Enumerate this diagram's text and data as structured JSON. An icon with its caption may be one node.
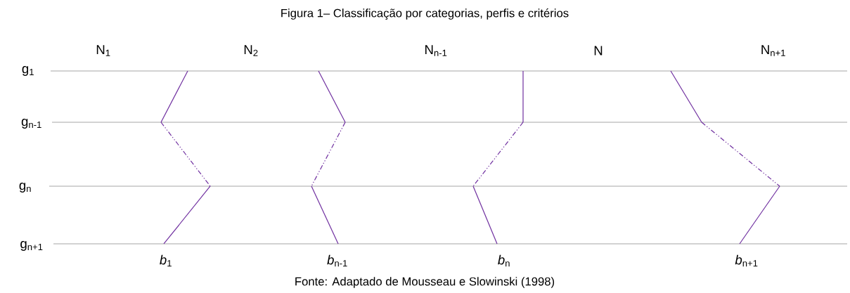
{
  "diagram": {
    "title": "Figura 1– Classificação por categorias, perfis e critérios",
    "caption": "Fonte: Adaptado de Mousseau e Slowinski (1998)",
    "labels": [
      "N$_{1}$",
      "N$_{2}$",
      "N$_{n-1}$",
      "N",
      "N$_{n+1}$",
      "g$_{1}$",
      "g$_{n-1}$",
      "g$_{n}$",
      "g$_{n+1}$",
      "*b*$_{1}$",
      "*b*$_{n-1}$",
      "*b*$_{n}$",
      "*b*$_{n+1}$"
    ]
  }
}
